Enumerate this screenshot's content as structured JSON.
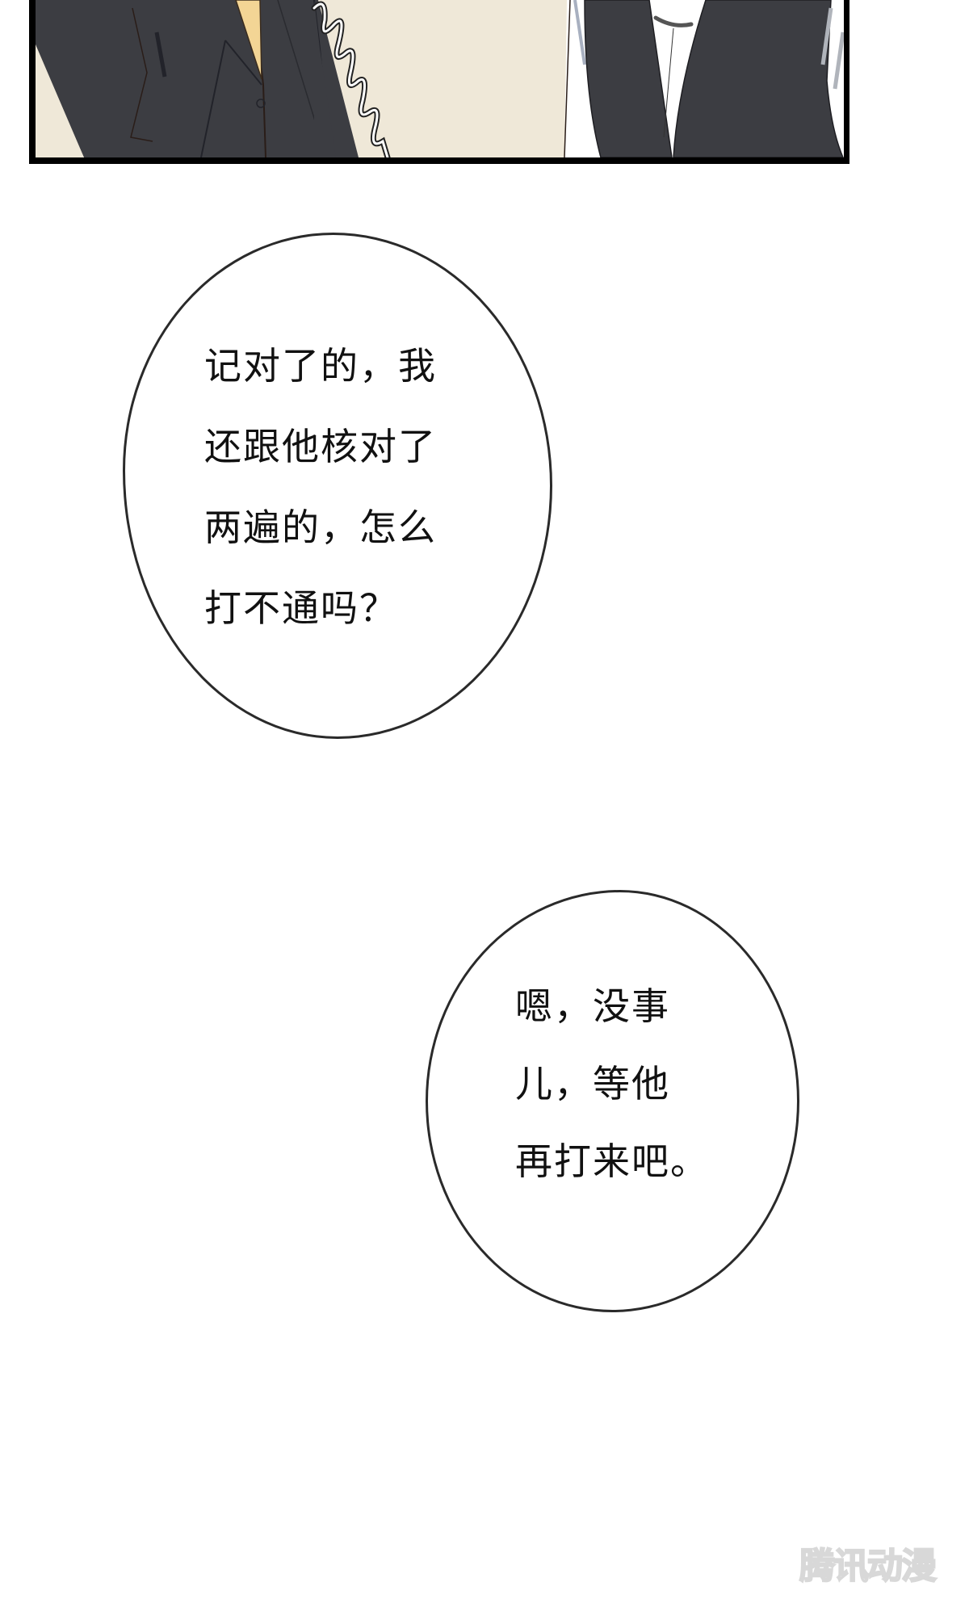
{
  "page": {
    "background": "#ffffff"
  },
  "panel": {
    "description": "Comic panel bottom: two characters in dark suits, coiled telephone cord",
    "border_color": "#000000",
    "colors": {
      "wall": "#efe8d8",
      "suit": "#3c3d42",
      "shirt_left": "#f3d595",
      "shirt_right": "#ffffff",
      "cord": "#ffffff"
    }
  },
  "bubbles": [
    {
      "lines": [
        "记对了的，我",
        "还跟他核对了",
        "两遍的，怎么",
        "打不通吗？"
      ]
    },
    {
      "lines": [
        "嗯，没事",
        "儿，等他",
        "再打来吧。"
      ]
    }
  ],
  "watermark": {
    "text": "腾讯动漫"
  }
}
